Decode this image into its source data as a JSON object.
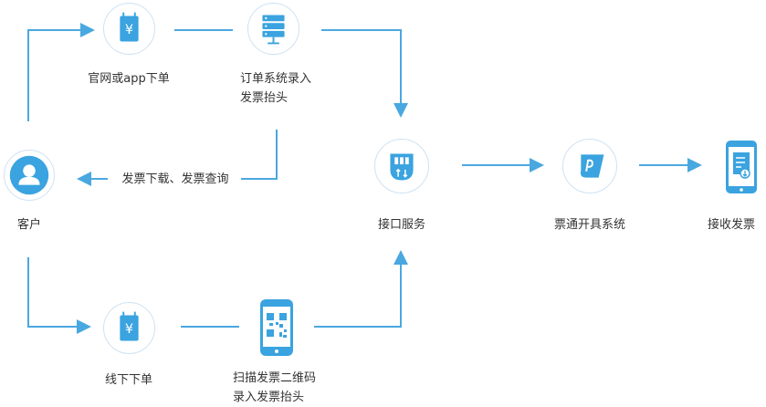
{
  "colors": {
    "accent": "#3aa3e0",
    "line": "#4aa8e0",
    "ring": "#cfe2f2",
    "text": "#333333"
  },
  "nodes": {
    "customer": {
      "icon": "user-icon",
      "label": "客户"
    },
    "online_order": {
      "icon": "yuan-document-icon",
      "label": "官网或app下单"
    },
    "order_system": {
      "icon": "server-icon",
      "label_line1": "订单系统录入",
      "label_line2": "发票抬头"
    },
    "interface_service": {
      "icon": "interface-plug-icon",
      "label": "接口服务"
    },
    "invoice_system": {
      "icon": "invoice-issuing-icon",
      "label": "票通开具系统"
    },
    "receive_invoice": {
      "icon": "phone-invoice-icon",
      "label": "接收发票"
    },
    "offline_order": {
      "icon": "yuan-document-icon",
      "label": "线下下单"
    },
    "scan_qr": {
      "icon": "phone-qr-icon",
      "label_line1": "扫描发票二维码",
      "label_line2": "录入发票抬头"
    }
  },
  "edges": {
    "download_query": "发票下载、发票查询"
  }
}
